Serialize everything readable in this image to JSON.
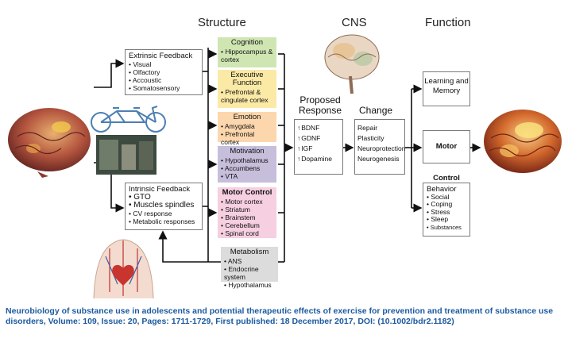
{
  "headers": {
    "structure": "Structure",
    "cns": "CNS",
    "function": "Function",
    "proposed_response": "Proposed\nResponse",
    "change": "Change"
  },
  "extrinsic": {
    "title": "Extrinsic Feedback",
    "items": [
      "Visual",
      "Olfactory",
      "Accoustic",
      "Somatosensory"
    ]
  },
  "intrinsic": {
    "title": "Intrinsic Feedback",
    "items": [
      "GTO",
      "Muscles spindles",
      "CV response",
      "Metabolic responses"
    ]
  },
  "structures": [
    {
      "title": "Cognition",
      "items": [
        "Hippocampus & cortex"
      ],
      "color": "#cfe6b2"
    },
    {
      "title": "Executive Function",
      "items": [
        "Prefrontal & cingulate cortex"
      ],
      "color": "#fbe9a6"
    },
    {
      "title": "Emotion",
      "items": [
        "Amygdala",
        "Prefrontal cortex"
      ],
      "color": "#fcd7ad"
    },
    {
      "title": "Motivation",
      "items": [
        "Hypothalamus",
        "Accumbens",
        "VTA"
      ],
      "color": "#c7bedc"
    },
    {
      "title": "Motor Control",
      "items": [
        "Motor cortex",
        "Striatum",
        "Brainstem",
        "Cerebellum",
        "Spinal cord"
      ],
      "color": "#f6cfe0"
    },
    {
      "title": "Metabolism",
      "items": [
        "ANS",
        "Endocrine system",
        "Hypothalamus"
      ],
      "color": "#dcdcdc"
    }
  ],
  "response": {
    "items": [
      "BDNF",
      "GDNF",
      "IGF",
      "Dopamine"
    ]
  },
  "change": {
    "items": [
      "Repair",
      "Plasticity",
      "Neuroprotection",
      "Neurogenesis"
    ]
  },
  "functions": {
    "learning": "Learning and Memory",
    "motor": "Motor Control",
    "behavior_title": "Behavior",
    "behavior_items": [
      "Social",
      "Coping",
      "Stress",
      "Sleep",
      "Substances"
    ]
  },
  "caption": "Neurobiology of substance use in adolescents and potential therapeutic effects of exercise for prevention and treatment of substance use disorders, Volume: 109, Issue: 20, Pages: 1711-1729, First published: 18 December 2017, DOI: (10.1002/bdr2.1182)"
}
